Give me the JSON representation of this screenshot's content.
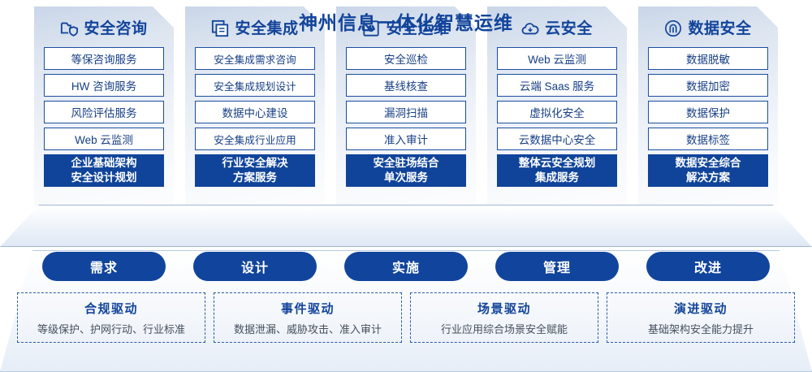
{
  "columns": [
    {
      "icon": "folder-shield-icon",
      "title": "安全咨询",
      "items": [
        "等保咨询服务",
        "HW 咨询服务",
        "风险评估服务",
        "Web 云监测"
      ],
      "footer": [
        "企业基础架构",
        "安全设计规划"
      ]
    },
    {
      "icon": "stacked-documents-icon",
      "title": "安全集成",
      "items": [
        "安全集成需求咨询",
        "安全集成规划设计",
        "数据中心建设",
        "安全集成行业应用"
      ],
      "footer": [
        "行业安全解决",
        "方案服务"
      ]
    },
    {
      "icon": "pie-chart-square-icon",
      "title": "安全运维",
      "items": [
        "安全巡检",
        "基线核查",
        "漏洞扫描",
        "准入审计"
      ],
      "footer": [
        "安全驻场结合",
        "单次服务"
      ]
    },
    {
      "icon": "cloud-download-icon",
      "title": "云安全",
      "items": [
        "Web 云监测",
        "云端 Saas 服务",
        "虚拟化安全",
        "云数据中心安全"
      ],
      "footer": [
        "整体云安全规划",
        "集成服务"
      ]
    },
    {
      "icon": "fingerprint-icon",
      "title": "数据安全",
      "items": [
        "数据脱敏",
        "数据加密",
        "数据保护",
        "数据标签"
      ],
      "footer": [
        "数据安全综合",
        "解决方案"
      ]
    }
  ],
  "banner": {
    "text": "神州信息一体化智慧运维"
  },
  "pills": [
    "需求",
    "设计",
    "实施",
    "管理",
    "改进"
  ],
  "drivers": [
    {
      "title": "合规驱动",
      "sub": "等级保护、护网行动、行业标准"
    },
    {
      "title": "事件驱动",
      "sub": "数据泄漏、威胁攻击、准入审计"
    },
    {
      "title": "场景驱动",
      "sub": "行业应用综合场景安全赋能"
    },
    {
      "title": "演进驱动",
      "sub": "基础架构安全能力提升"
    }
  ],
  "colors": {
    "brand_blue": "#11449C",
    "text_blue": "#173F86",
    "card_gradient_top": "#C9D6E8",
    "dashed_border": "#2A5CAA"
  }
}
